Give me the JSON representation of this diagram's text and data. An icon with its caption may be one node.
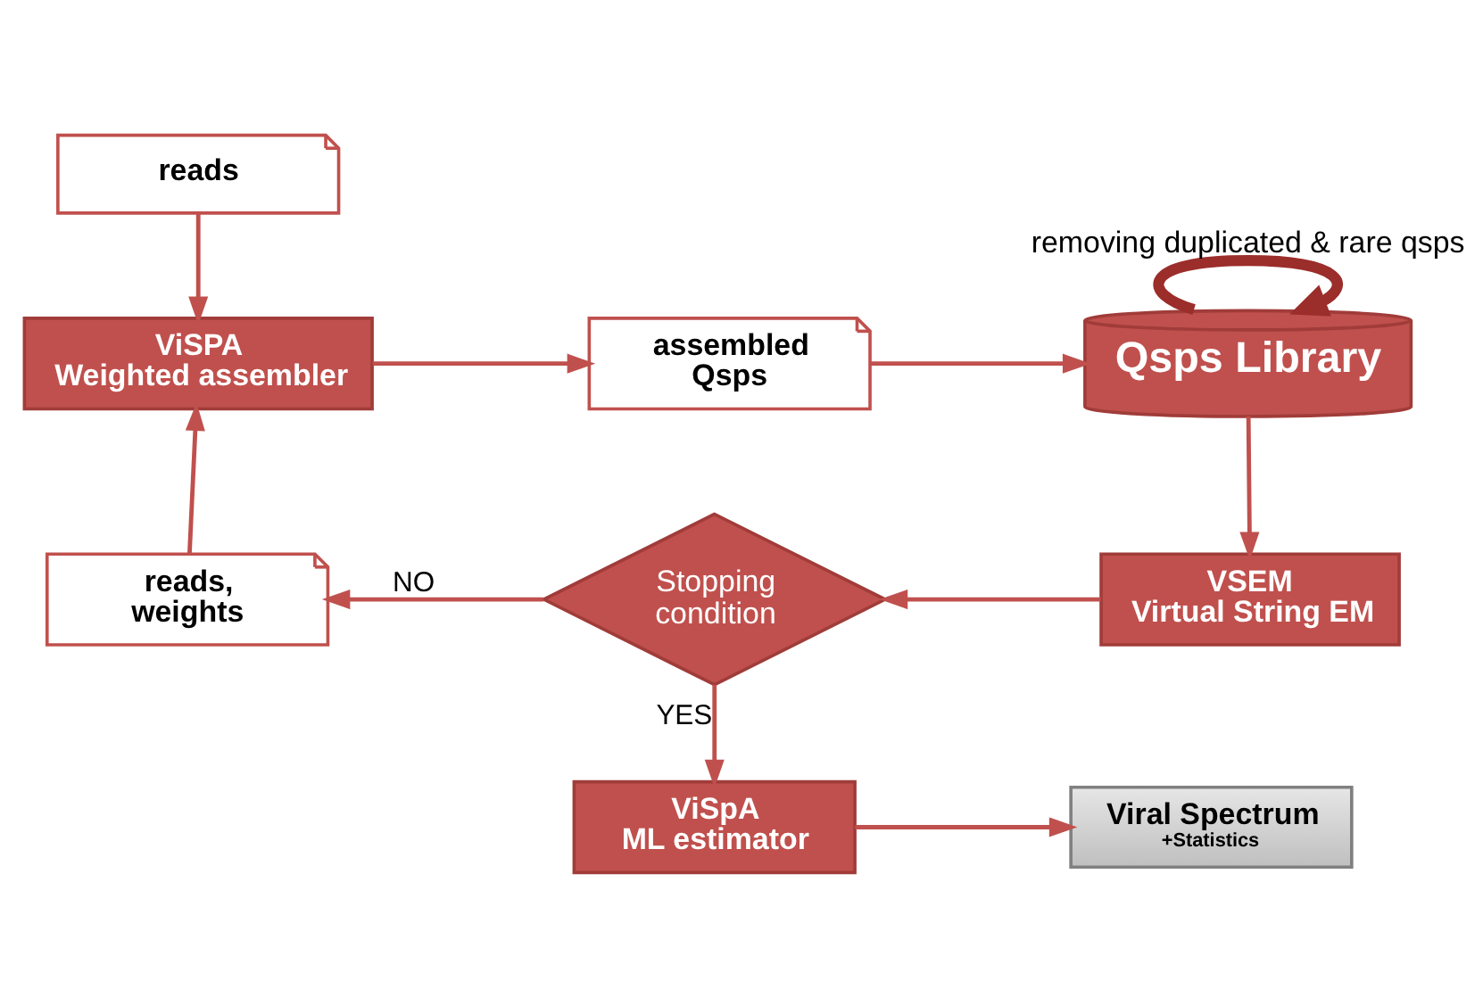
{
  "diagram": {
    "nodes": [
      {
        "text": [
          "reads"
        ]
      },
      {
        "text": [
          "ViSPA",
          "Weighted assembler"
        ]
      },
      {
        "text": [
          "assembled Qsps"
        ]
      },
      {
        "text": [
          "Qsps Library"
        ]
      },
      {
        "text": [
          "VSEM",
          "Virtual String EM"
        ]
      },
      {
        "text": [
          "Stopping condition"
        ]
      },
      {
        "text": [
          "reads, weights"
        ]
      },
      {
        "text": [
          "ViSpA",
          "ML estimator"
        ]
      },
      {
        "text": [
          "Viral Spectrum",
          "+Statistics"
        ]
      }
    ],
    "edges": [
      {
        "from": 0,
        "to": 1,
        "arrow": "to"
      },
      {
        "from": 1,
        "to": 2,
        "arrow": "to"
      },
      {
        "from": 2,
        "to": 3,
        "arrow": "to"
      },
      {
        "from": 3,
        "to": 3,
        "arrow": "to",
        "label": "removing duplicated & rare qsps",
        "style": "thick",
        "color": "#9b2d2a"
      },
      {
        "from": 3,
        "to": 4,
        "arrow": "to"
      },
      {
        "from": 4,
        "to": 5,
        "arrow": "to"
      },
      {
        "from": 5,
        "to": 6,
        "arrow": "to",
        "label": "NO"
      },
      {
        "from": 6,
        "to": 1,
        "arrow": "to"
      },
      {
        "from": 5,
        "to": 7,
        "arrow": "to",
        "label": "YES"
      },
      {
        "from": 7,
        "to": 8,
        "arrow": "to"
      }
    ]
  }
}
